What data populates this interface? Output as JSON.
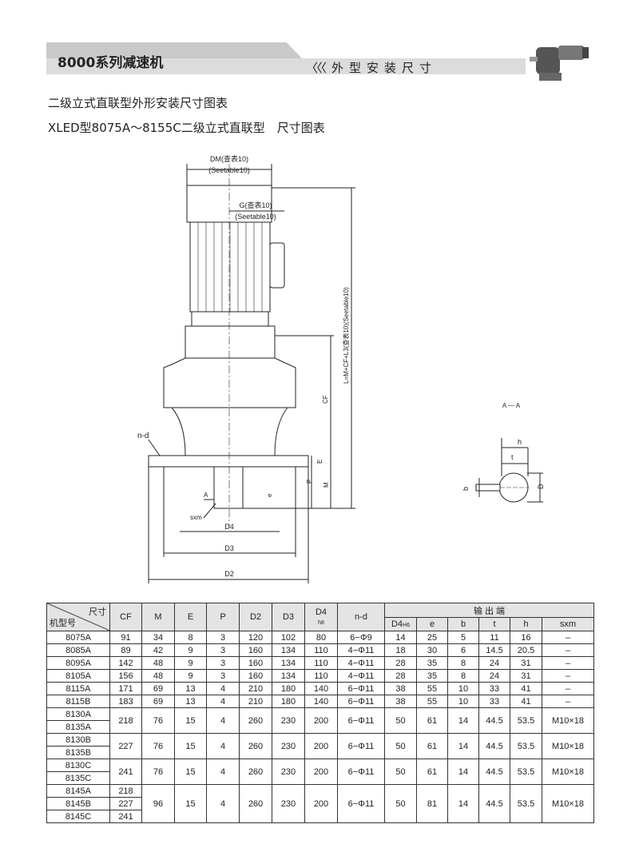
{
  "header": {
    "series_title": "8000系列减速机",
    "section_chevrons": "〈〈〈",
    "section_title": "外型安装尺寸"
  },
  "headings": {
    "line1": "二级立式直联型外形安装尺寸图表",
    "line2": "XLED型8075A～8155C二级立式直联型　尺寸图表"
  },
  "drawing": {
    "dm": "DM(查表10)",
    "dm_en": "(Seetable10)",
    "g": "G(查表10)",
    "g_en": "(Seetable10)",
    "l": "L=M+CF+L3(查表10)(Seetable10)",
    "cf": "CF",
    "nd": "n-d",
    "e_cap": "E",
    "p": "P",
    "m": "M",
    "a": "A",
    "e": "e",
    "sxm": "sxm",
    "d4": "D4",
    "d3": "D3",
    "d2": "D2",
    "section": "A — A",
    "h": "h",
    "t": "t",
    "b": "b",
    "d": "D"
  },
  "table": {
    "corner_top": "尺寸",
    "corner_bottom": "机型号",
    "columns": [
      "CF",
      "M",
      "E",
      "P",
      "D2",
      "D3",
      "D4",
      "n-d"
    ],
    "d4_sub": "h8",
    "output_group": "输 出 端",
    "output_columns": [
      "D4",
      "e",
      "b",
      "t",
      "h",
      "sxm"
    ],
    "d4h6_sub": "H6",
    "groups": [
      {
        "models": [
          "8075A"
        ],
        "cf": [
          "91"
        ],
        "vals": [
          "34",
          "8",
          "3",
          "120",
          "102",
          "80",
          "6−Φ9",
          "14",
          "25",
          "5",
          "11",
          "16",
          "–"
        ]
      },
      {
        "models": [
          "8085A"
        ],
        "cf": [
          "89"
        ],
        "vals": [
          "42",
          "9",
          "3",
          "160",
          "134",
          "110",
          "4−Φ11",
          "18",
          "30",
          "6",
          "14.5",
          "20.5",
          "–"
        ]
      },
      {
        "models": [
          "8095A"
        ],
        "cf": [
          "142"
        ],
        "vals": [
          "48",
          "9",
          "3",
          "160",
          "134",
          "110",
          "4−Φ11",
          "28",
          "35",
          "8",
          "24",
          "31",
          "–"
        ]
      },
      {
        "models": [
          "8105A"
        ],
        "cf": [
          "156"
        ],
        "vals": [
          "48",
          "9",
          "3",
          "160",
          "134",
          "110",
          "4−Φ11",
          "28",
          "35",
          "8",
          "24",
          "31",
          "–"
        ]
      },
      {
        "models": [
          "8115A"
        ],
        "cf": [
          "171"
        ],
        "vals": [
          "69",
          "13",
          "4",
          "210",
          "180",
          "140",
          "6−Φ11",
          "38",
          "55",
          "10",
          "33",
          "41",
          "–"
        ]
      },
      {
        "models": [
          "8115B"
        ],
        "cf": [
          "183"
        ],
        "vals": [
          "69",
          "13",
          "4",
          "210",
          "180",
          "140",
          "6−Φ11",
          "38",
          "55",
          "10",
          "33",
          "41",
          "–"
        ]
      },
      {
        "models": [
          "8130A",
          "8135A"
        ],
        "cf": [
          "218"
        ],
        "vals": [
          "76",
          "15",
          "4",
          "260",
          "230",
          "200",
          "6−Φ11",
          "50",
          "61",
          "14",
          "44.5",
          "53.5",
          "M10×18"
        ]
      },
      {
        "models": [
          "8130B",
          "8135B"
        ],
        "cf": [
          "227"
        ],
        "vals": [
          "76",
          "15",
          "4",
          "260",
          "230",
          "200",
          "6−Φ11",
          "50",
          "61",
          "14",
          "44.5",
          "53.5",
          "M10×18"
        ]
      },
      {
        "models": [
          "8130C",
          "8135C"
        ],
        "cf": [
          "241"
        ],
        "vals": [
          "76",
          "15",
          "4",
          "260",
          "230",
          "200",
          "6−Φ11",
          "50",
          "61",
          "14",
          "44.5",
          "53.5",
          "M10×18"
        ]
      },
      {
        "models": [
          "8145A",
          "8145B",
          "8145C"
        ],
        "cf": [
          "218",
          "227",
          "241"
        ],
        "vals": [
          "96",
          "15",
          "4",
          "260",
          "230",
          "200",
          "6−Φ11",
          "50",
          "81",
          "14",
          "44.5",
          "53.5",
          "M10×18"
        ]
      }
    ]
  }
}
